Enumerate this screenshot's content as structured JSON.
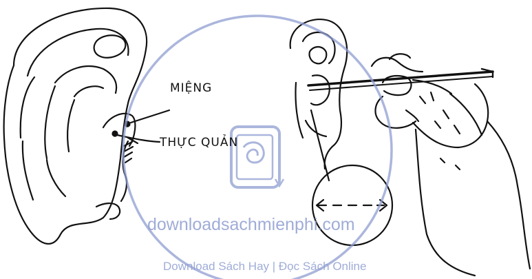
{
  "labels": {
    "mouth": "MIỆNG",
    "esophagus": "THỰC QUẢN"
  },
  "watermark": {
    "site": "downloadsachmienphi.com",
    "tagline": "Download Sách Hay | Đọc Sách Online",
    "color": "#8f9ed1"
  },
  "colors": {
    "ink": "#111111",
    "background": "#ffffff"
  }
}
